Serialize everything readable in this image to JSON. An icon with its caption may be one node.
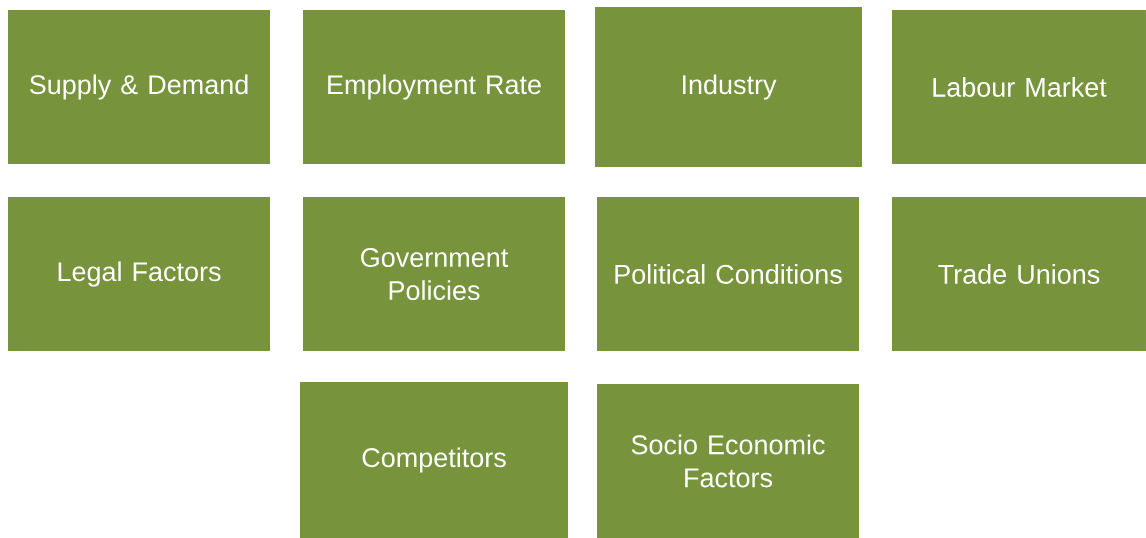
{
  "diagram": {
    "nodes": [
      {
        "text": [
          "Supply & Demand"
        ]
      },
      {
        "text": [
          "Employment Rate"
        ]
      },
      {
        "text": [
          "Industry"
        ]
      },
      {
        "text": [
          "Labour Market"
        ]
      },
      {
        "text": [
          "Legal Factors"
        ]
      },
      {
        "text": [
          "Government Policies"
        ]
      },
      {
        "text": [
          "Political Conditions"
        ]
      },
      {
        "text": [
          "Trade Unions"
        ]
      },
      {
        "text": [
          "Competitors"
        ]
      },
      {
        "text": [
          "Socio Economic Factors"
        ]
      }
    ]
  }
}
